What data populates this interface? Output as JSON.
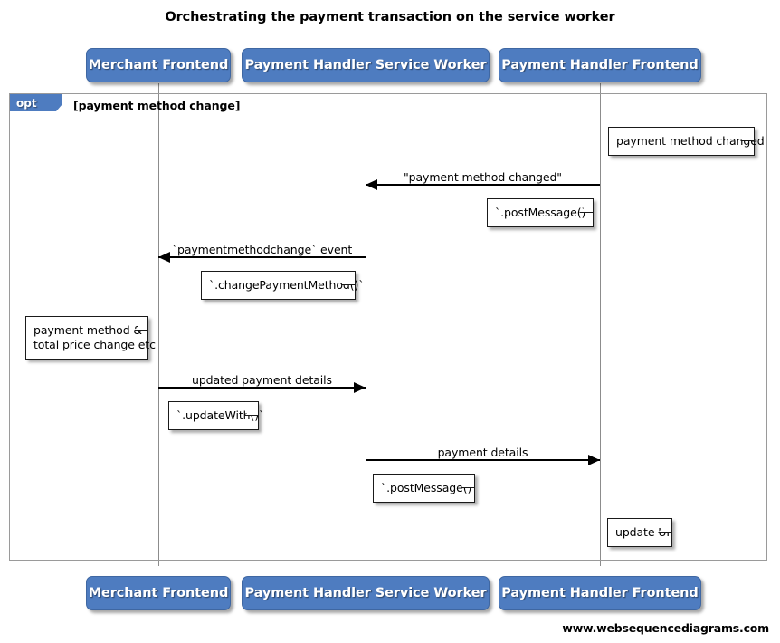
{
  "diagram": {
    "title": "Orchestrating the payment transaction on the service worker",
    "footer": "www.websequencediagrams.com",
    "accent_color": "#4e7cc0",
    "note_bg": "#ffffff",
    "line_color": "#000000",
    "frame_border": "#9a9a9a"
  },
  "participants": [
    {
      "name": "Merchant Frontend"
    },
    {
      "name": "Payment Handler Service Worker"
    },
    {
      "name": "Payment Handler Frontend"
    }
  ],
  "fragment": {
    "type": "opt",
    "guard": "[payment method change]"
  },
  "messages": [
    {
      "label": "\"payment method changed\"",
      "from": "Payment Handler Frontend",
      "to": "Payment Handler Service Worker",
      "direction": "left"
    },
    {
      "label": "`paymentmethodchange` event",
      "from": "Payment Handler Service Worker",
      "to": "Merchant Frontend",
      "direction": "left"
    },
    {
      "label": "updated payment details",
      "from": "Merchant Frontend",
      "to": "Payment Handler Service Worker",
      "direction": "right"
    },
    {
      "label": "payment details",
      "from": "Payment Handler Service Worker",
      "to": "Payment Handler Frontend",
      "direction": "right"
    }
  ],
  "notes": [
    {
      "text": "payment method changed",
      "over": "Payment Handler Frontend"
    },
    {
      "text": "`.postMessage()`",
      "over": "Payment Handler Frontend"
    },
    {
      "text": "`.changePaymentMethod()`",
      "over": "Payment Handler Service Worker"
    },
    {
      "text": "payment method &\ntotal price change etc",
      "over": "Merchant Frontend"
    },
    {
      "text": "`.updateWith()`",
      "over": "Merchant Frontend"
    },
    {
      "text": "`.postMessage()`",
      "over": "Payment Handler Service Worker"
    },
    {
      "text": "update UI",
      "over": "Payment Handler Frontend"
    }
  ]
}
